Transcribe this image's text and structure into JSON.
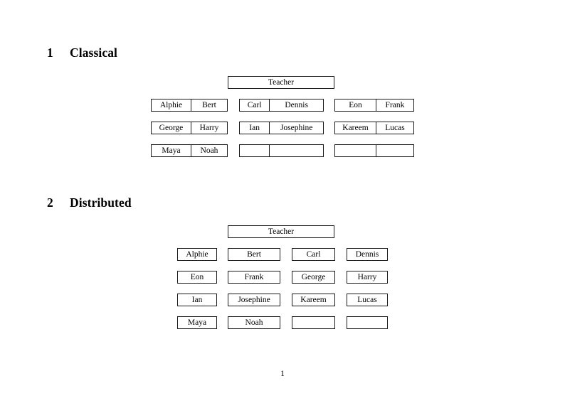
{
  "document": {
    "page_number": "1",
    "teacher_label": "Teacher"
  },
  "sections": [
    {
      "number": "1",
      "title": "Classical",
      "teacher": "Teacher",
      "groups": [
        {
          "name": "group-left",
          "rows": [
            {
              "left": "Alphie",
              "right": "Bert"
            },
            {
              "left": "George",
              "right": "Harry"
            },
            {
              "left": "Maya",
              "right": "Noah"
            }
          ]
        },
        {
          "name": "group-middle",
          "rows": [
            {
              "left": "Carl",
              "right": "Dennis"
            },
            {
              "left": "Ian",
              "right": "Josephine"
            },
            {
              "left": "",
              "right": ""
            }
          ]
        },
        {
          "name": "group-right",
          "rows": [
            {
              "left": "Eon",
              "right": "Frank"
            },
            {
              "left": "Kareem",
              "right": "Lucas"
            },
            {
              "left": "",
              "right": ""
            }
          ]
        }
      ]
    },
    {
      "number": "2",
      "title": "Distributed",
      "teacher": "Teacher",
      "grid": [
        [
          "Alphie",
          "Bert",
          "Carl",
          "Dennis"
        ],
        [
          "Eon",
          "Frank",
          "George",
          "Harry"
        ],
        [
          "Ian",
          "Josephine",
          "Kareem",
          "Lucas"
        ],
        [
          "Maya",
          "Noah",
          "",
          ""
        ]
      ]
    }
  ]
}
